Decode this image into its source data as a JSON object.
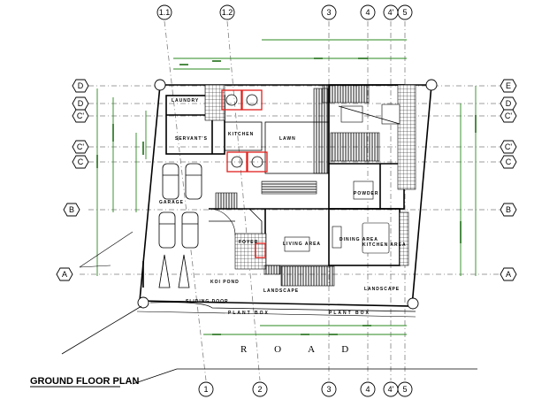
{
  "drawing": {
    "title": "GROUND FLOOR PLAN",
    "road_label": "R O A D",
    "colors": {
      "dimension": "#2b8a1f",
      "highlight": "#e0201c",
      "axis": "#7f7f7f",
      "line": "#000000"
    }
  },
  "grid": {
    "top_bubbles": [
      "1.1",
      "1.2",
      "3",
      "4",
      "4'",
      "5"
    ],
    "bottom_bubbles": [
      "1",
      "2",
      "3",
      "4",
      "4'",
      "5"
    ],
    "left_hexes": [
      "D",
      "D",
      "C'",
      "C'",
      "C",
      "B",
      "A"
    ],
    "right_hexes": [
      "E",
      "D",
      "C'",
      "C'",
      "C",
      "B",
      "A"
    ]
  },
  "rooms": {
    "laundry": "LAUNDRY",
    "servants": "SERVANT'S",
    "kitchen": "KITCHEN",
    "lawn": "LAWN",
    "garage": "GARAGE",
    "living": "LIVING AREA",
    "dining": "DINING AREA",
    "kitchen_area": "KITCHEN AREA",
    "powder": "POWDER",
    "foyer": "FOYER",
    "koi_pond": "KOI POND",
    "landscape_left": "LANDSCAPE",
    "landscape_right": "LANDSCAPE",
    "sliding_door": "SLIDING DOOR"
  },
  "planters": [
    "PLANT BOX",
    "PLANT BOX"
  ]
}
